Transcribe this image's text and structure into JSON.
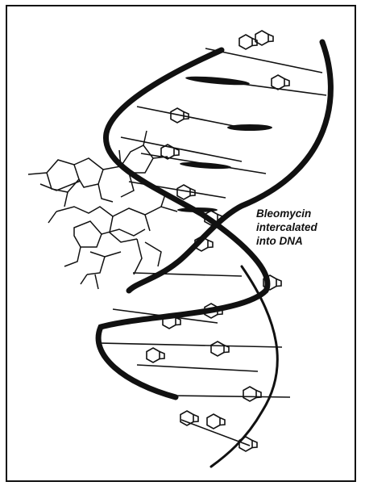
{
  "figure": {
    "label_lines": [
      "Bleomycin",
      "intercalated",
      "into DNA"
    ],
    "stroke_color": "#111111",
    "background_color": "#ffffff"
  }
}
